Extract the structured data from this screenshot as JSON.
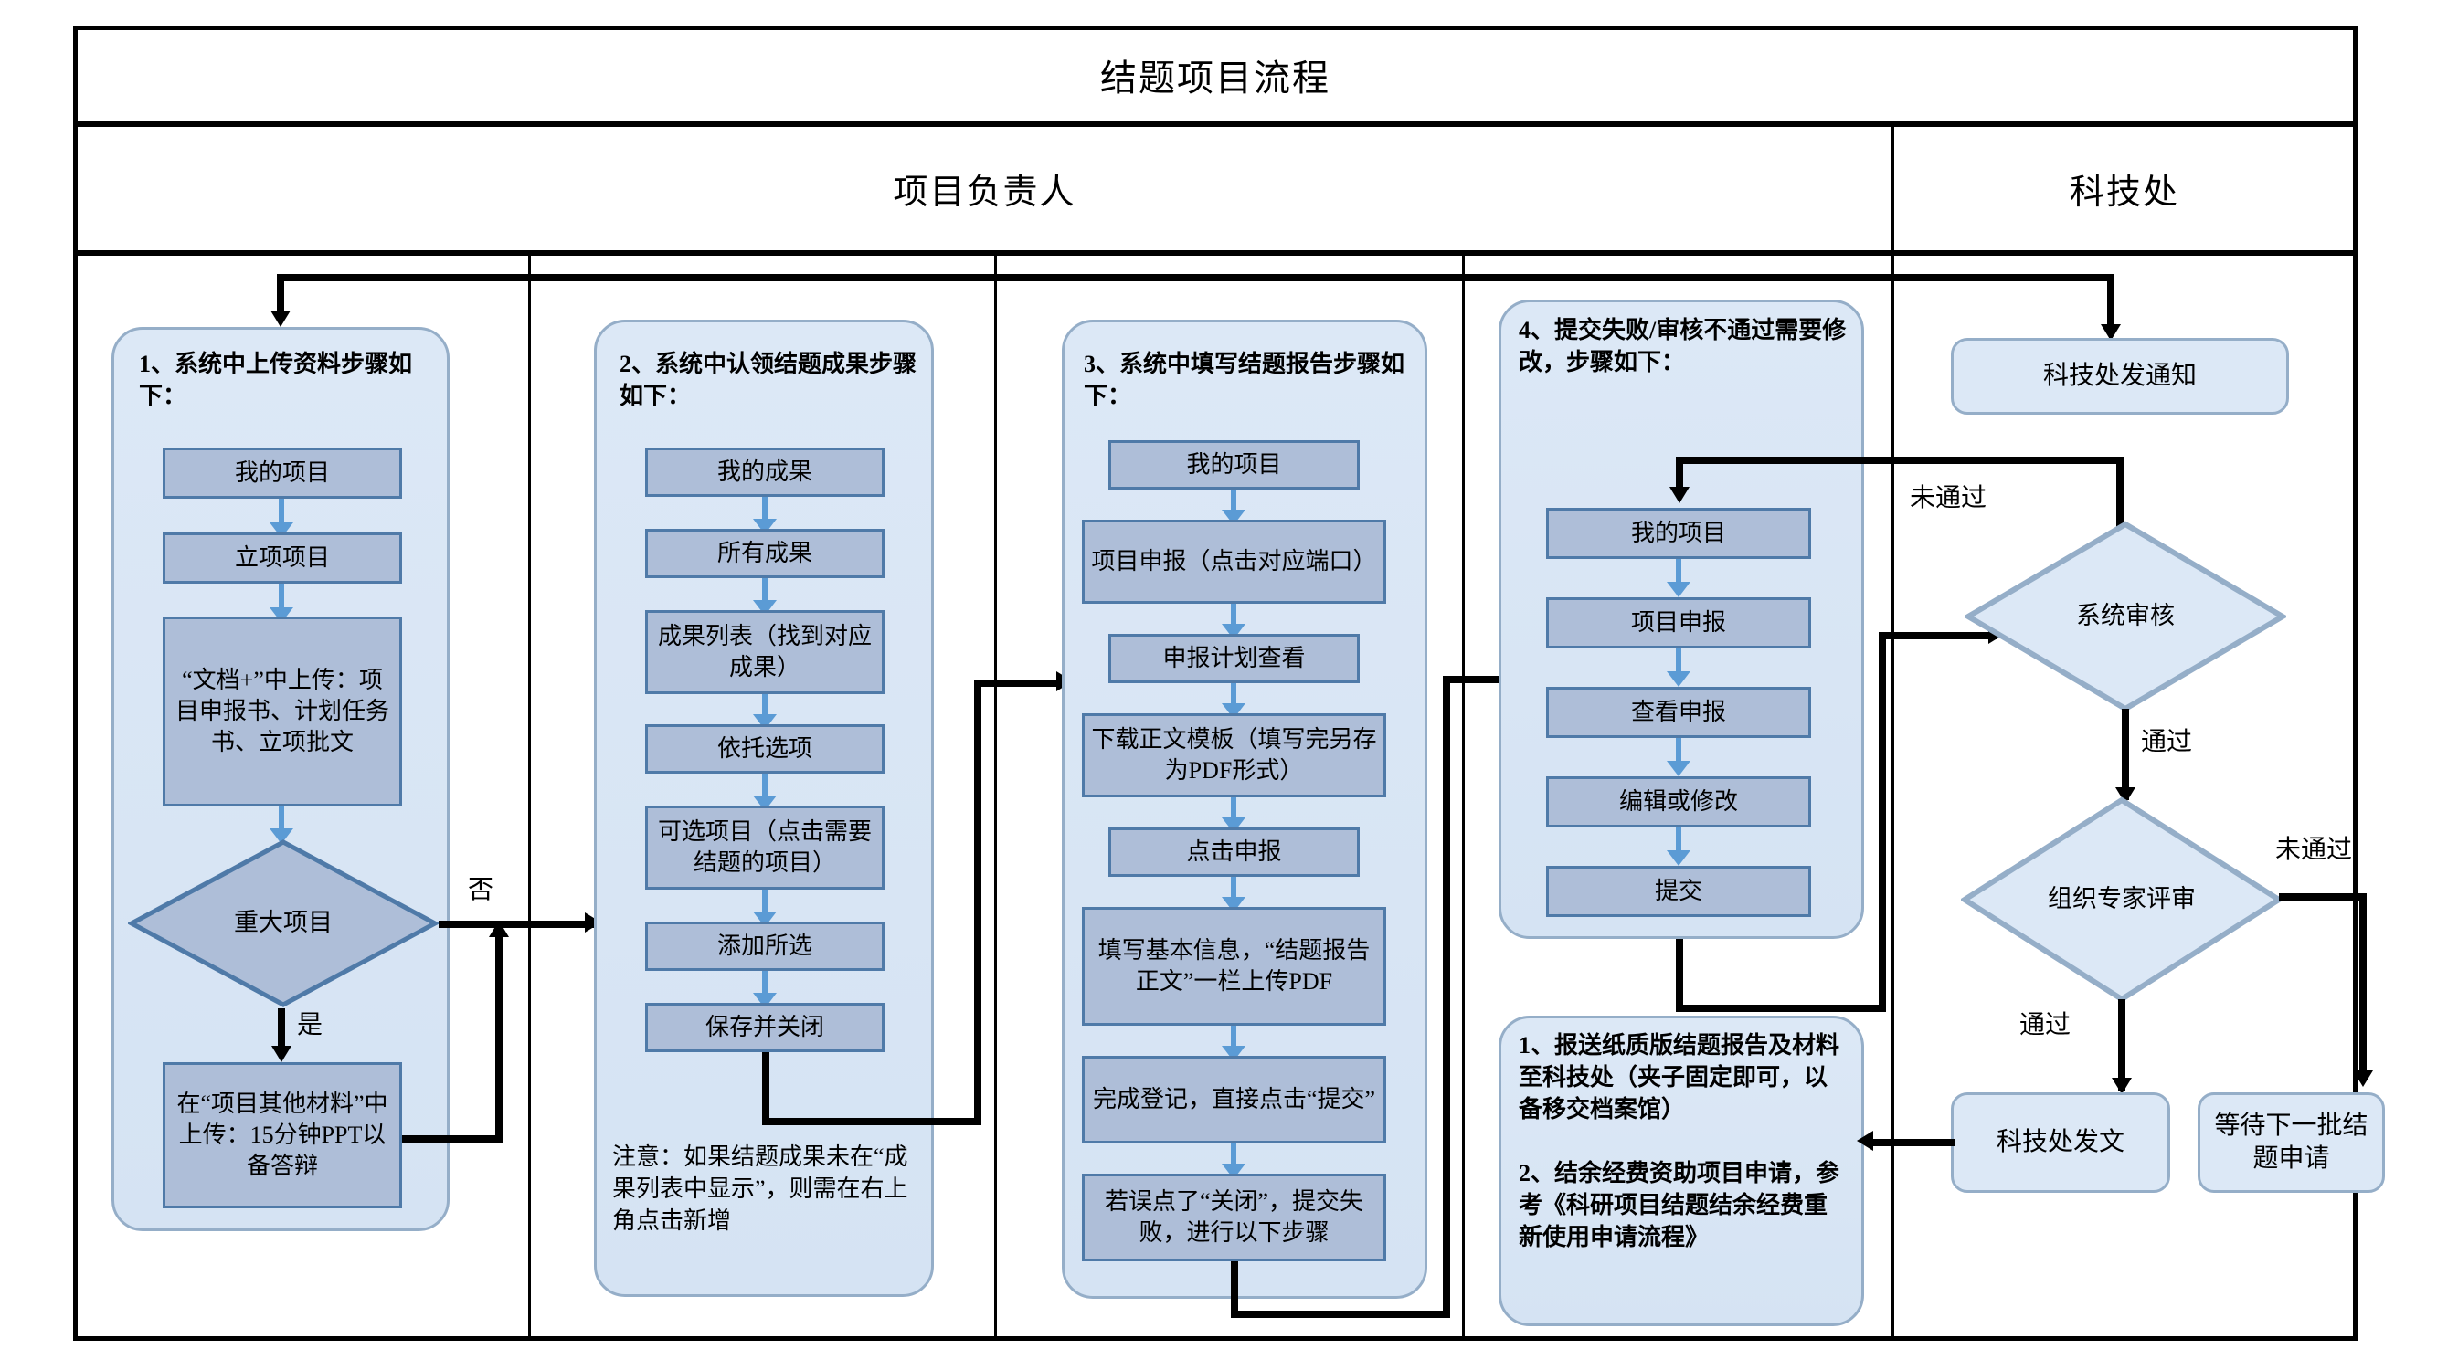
{
  "title": "结题项目流程",
  "lanes": [
    {
      "id": "owner",
      "label": "项目负责人"
    },
    {
      "id": "office",
      "label": "科技处"
    }
  ],
  "groups": [
    {
      "id": "g1",
      "heading": "1、系统中上传资料步骤如下：",
      "steps": [
        "我的项目",
        "立项项目",
        "“文档+”中上传：项目申报书、计划任务书、立项批文"
      ],
      "decision": "重大项目",
      "decision_yes": "是",
      "decision_no": "否",
      "after_yes": "在“项目其他材料”中上传：15分钟PPT以备答辩"
    },
    {
      "id": "g2",
      "heading": "2、系统中认领结题成果步骤如下：",
      "steps": [
        "我的成果",
        "所有成果",
        "成果列表（找到对应成果）",
        "依托选项",
        "可选项目（点击需要结题的项目）",
        "添加所选",
        "保存并关闭"
      ],
      "note": "注意：如果结题成果未在“成果列表中显示”，则需在右上角点击新增"
    },
    {
      "id": "g3",
      "heading": "3、系统中填写结题报告步骤如下：",
      "steps": [
        "我的项目",
        "项目申报（点击对应端口）",
        "申报计划查看",
        "下载正文模板（填写完另存为PDF形式）",
        "点击申报",
        "填写基本信息，“结题报告正文”一栏上传PDF",
        "完成登记，直接点击“提交”",
        "若误点了“关闭”，提交失败，进行以下步骤"
      ]
    },
    {
      "id": "g4",
      "heading": "4、提交失败/审核不通过需要修改，步骤如下：",
      "steps": [
        "我的项目",
        "项目申报",
        "查看申报",
        "编辑或修改",
        "提交"
      ]
    },
    {
      "id": "g5",
      "notes": [
        "1、报送纸质版结题报告及材料至科技处（夹子固定即可，以备移交档案馆）",
        "2、结余经费资助项目申请，参考《科研项目结题结余经费重新使用申请流程》"
      ]
    }
  ],
  "office_lane": {
    "notice": "科技处发通知",
    "decision_system": "系统审核",
    "decision_expert": "组织专家评审",
    "terminal_publish": "科技处发文",
    "terminal_wait": "等待下一批结题申请",
    "label_fail_1": "未通过",
    "label_pass_1": "通过",
    "label_fail_2": "未通过",
    "label_pass_2": "通过"
  },
  "colors": {
    "group_fill": "#dce8f6",
    "group_stroke": "#95aec8",
    "box_fill": "#aebed8",
    "box_stroke": "#4f7aa8",
    "arrow_blue": "#5b9bd5",
    "line_black": "#000000"
  }
}
